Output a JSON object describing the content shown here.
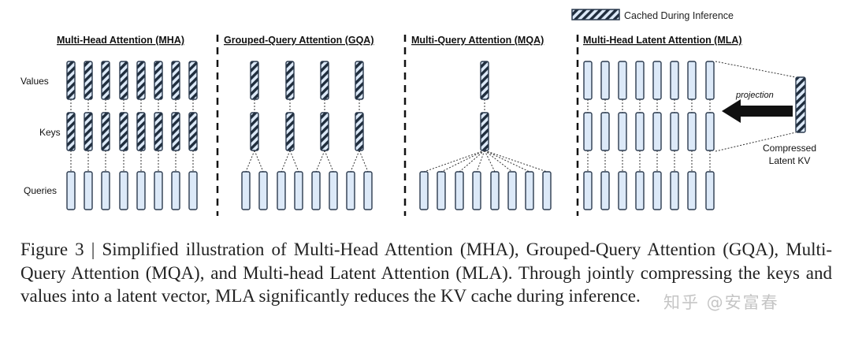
{
  "legend": {
    "label": "Cached During Inference"
  },
  "panels": [
    {
      "title": "Multi-Head Attention (MHA)"
    },
    {
      "title": "Grouped-Query Attention (GQA)"
    },
    {
      "title": "Multi-Query Attention (MQA)"
    },
    {
      "title": "Multi-Head Latent Attention (MLA)"
    }
  ],
  "row_labels": {
    "values": "Values",
    "keys": "Keys",
    "queries": "Queries"
  },
  "mla": {
    "projection_label": "projection",
    "latent_label_line1": "Compressed",
    "latent_label_line2": "Latent KV"
  },
  "caption": "Figure 3 | Simplified illustration of Multi-Head Attention (MHA), Grouped-Query Attention (GQA), Multi-Query Attention (MQA), and Multi-head Latent Attention (MLA). Through jointly compressing the keys and values into a latent vector, MLA significantly reduces the KV cache during inference.",
  "watermark": "知乎 @安富春",
  "colors": {
    "box_fill": "#dce9f8",
    "box_stroke": "#2b3a4e",
    "hatch": "#1f2d3d"
  }
}
